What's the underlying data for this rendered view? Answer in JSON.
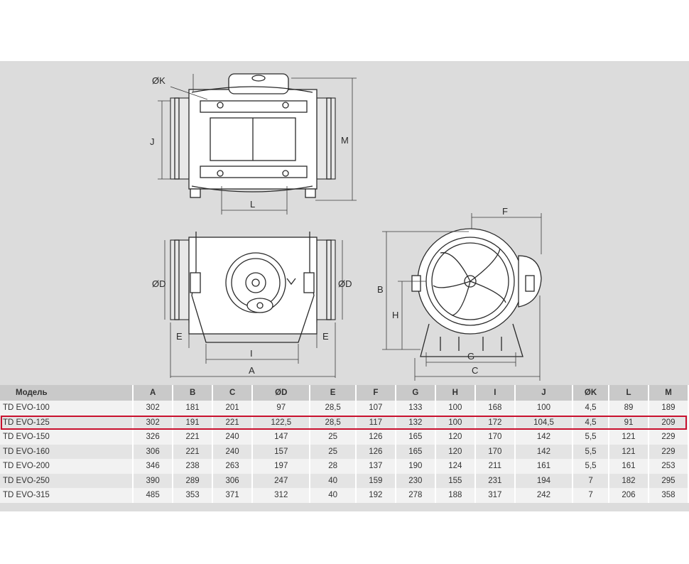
{
  "drawing": {
    "dimension_labels": {
      "k": "ØK",
      "j": "J",
      "m": "M",
      "l": "L",
      "d_left": "ØD",
      "d_right": "ØD",
      "e_left": "E",
      "e_right": "E",
      "i": "I",
      "a": "A",
      "f": "F",
      "b": "B",
      "h": "H",
      "g": "G",
      "c": "C"
    }
  },
  "table": {
    "columns": [
      "Модель",
      "A",
      "B",
      "C",
      "ØD",
      "E",
      "F",
      "G",
      "H",
      "I",
      "J",
      "ØK",
      "L",
      "M"
    ],
    "rows": [
      [
        "TD EVO-100",
        "302",
        "181",
        "201",
        "97",
        "28,5",
        "107",
        "133",
        "100",
        "168",
        "100",
        "4,5",
        "89",
        "189"
      ],
      [
        "TD EVO-125",
        "302",
        "191",
        "221",
        "122,5",
        "28,5",
        "117",
        "132",
        "100",
        "172",
        "104,5",
        "4,5",
        "91",
        "209"
      ],
      [
        "TD EVO-150",
        "326",
        "221",
        "240",
        "147",
        "25",
        "126",
        "165",
        "120",
        "170",
        "142",
        "5,5",
        "121",
        "229"
      ],
      [
        "TD EVO-160",
        "306",
        "221",
        "240",
        "157",
        "25",
        "126",
        "165",
        "120",
        "170",
        "142",
        "5,5",
        "121",
        "229"
      ],
      [
        "TD EVO-200",
        "346",
        "238",
        "263",
        "197",
        "28",
        "137",
        "190",
        "124",
        "211",
        "161",
        "5,5",
        "161",
        "253"
      ],
      [
        "TD EVO-250",
        "390",
        "289",
        "306",
        "247",
        "40",
        "159",
        "230",
        "155",
        "231",
        "194",
        "7",
        "182",
        "295"
      ],
      [
        "TD EVO-315",
        "485",
        "353",
        "371",
        "312",
        "40",
        "192",
        "278",
        "188",
        "317",
        "242",
        "7",
        "206",
        "358"
      ]
    ],
    "highlighted_row": 1,
    "highlight_color": "#c8102e"
  }
}
